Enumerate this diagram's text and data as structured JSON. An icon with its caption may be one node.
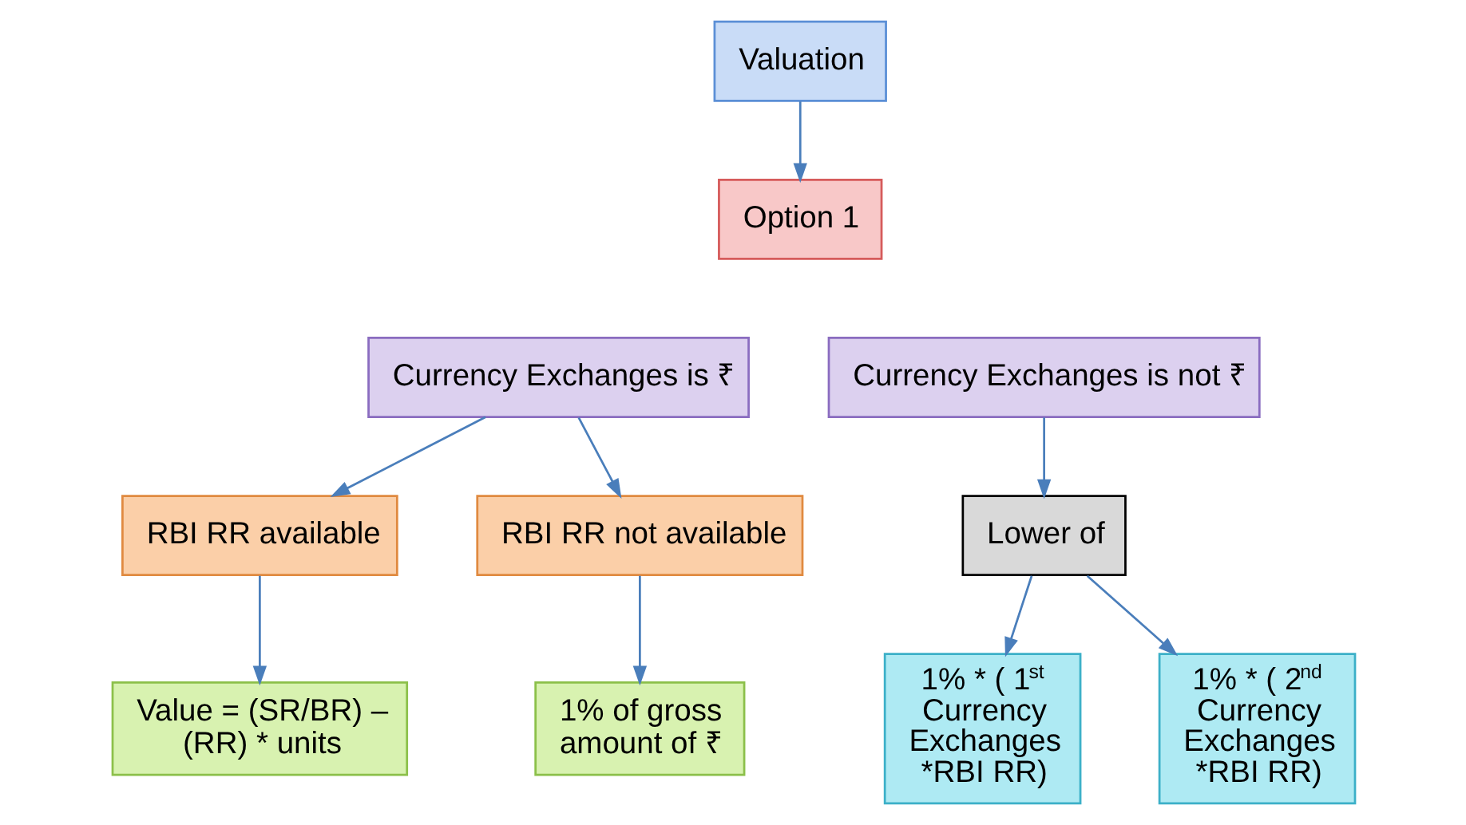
{
  "diagram": {
    "nodes": [
      {
        "text": [
          "Valuation"
        ]
      },
      {
        "text": [
          "Option 1"
        ]
      },
      {
        "text": [
          "Currency Exchanges is ₹"
        ]
      },
      {
        "text": [
          "Currency Exchanges is not ₹"
        ]
      },
      {
        "text": [
          "RBI RR available"
        ]
      },
      {
        "text": [
          "RBI RR not available"
        ]
      },
      {
        "text": [
          "Lower of"
        ]
      },
      {
        "text": [
          "Value = (SR/BR) – (RR) * units"
        ]
      },
      {
        "text": [
          "1% of gross amount of ₹"
        ]
      },
      {
        "text": [
          "1% * ( 1$^{st}$ Currency Exchanges *RBI RR)"
        ]
      },
      {
        "text": [
          "1% * ( 2$^{nd}$ Currency Exchanges *RBI RR)"
        ]
      }
    ],
    "edges": [
      {
        "from": 0,
        "to": 1,
        "arrow": "to"
      },
      {
        "from": 2,
        "to": 4,
        "arrow": "to"
      },
      {
        "from": 2,
        "to": 5,
        "arrow": "to"
      },
      {
        "from": 3,
        "to": 6,
        "arrow": "to"
      },
      {
        "from": 4,
        "to": 7,
        "arrow": "to"
      },
      {
        "from": 5,
        "to": 8,
        "arrow": "to"
      },
      {
        "from": 6,
        "to": 9,
        "arrow": "to"
      },
      {
        "from": 6,
        "to": 10,
        "arrow": "to"
      }
    ]
  }
}
